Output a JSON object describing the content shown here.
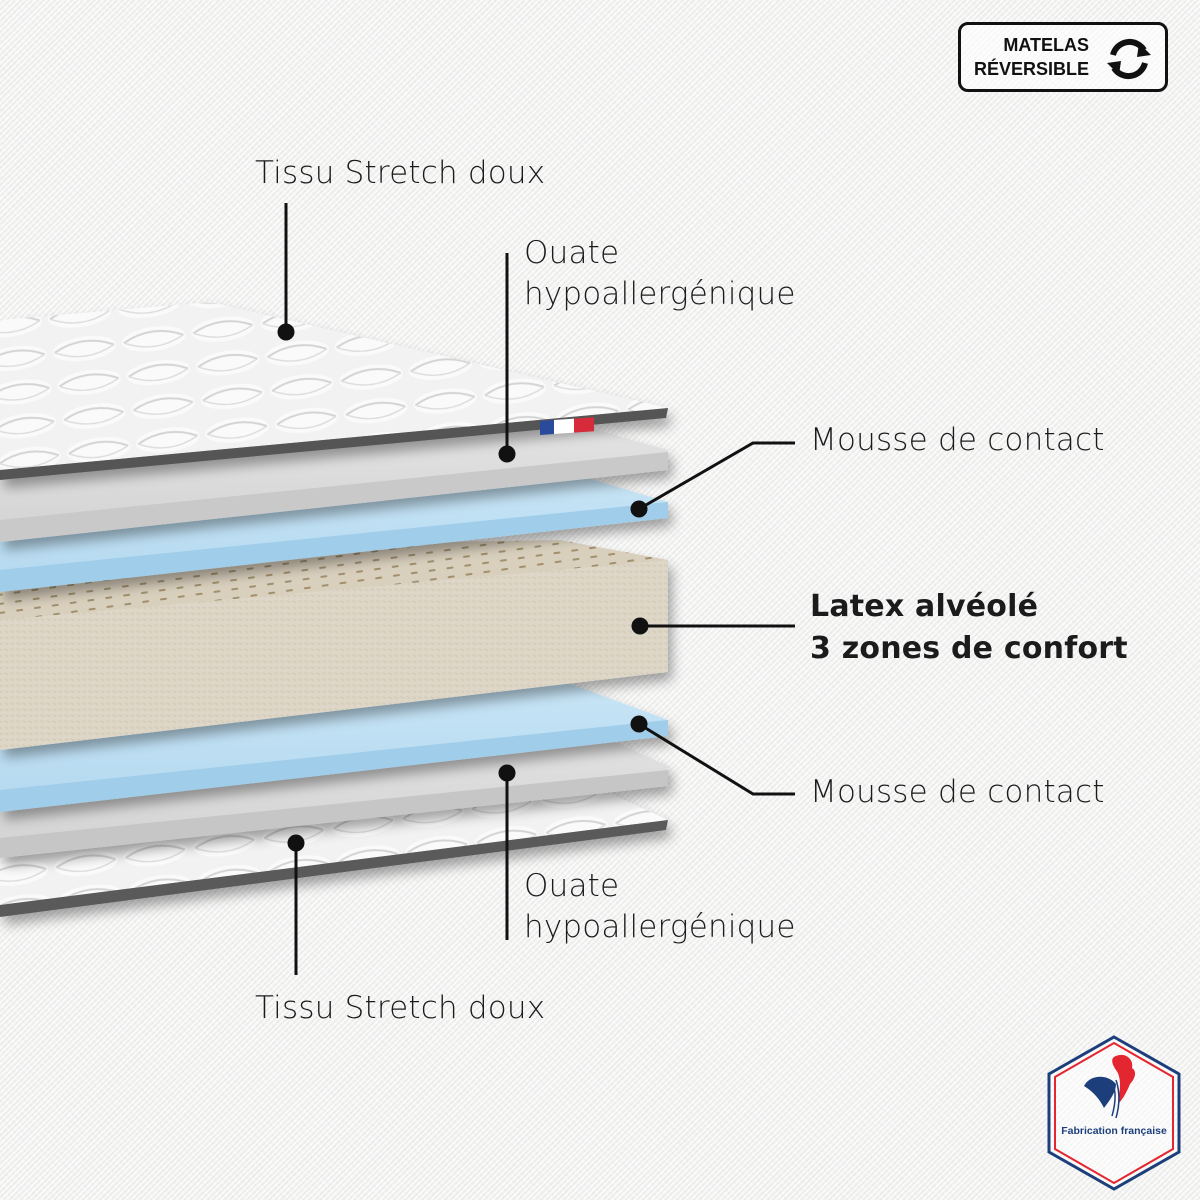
{
  "badge": {
    "line1": "MATELAS",
    "line2": "RÉVERSIBLE",
    "icon": "reverse-arrows-icon"
  },
  "layers": [
    {
      "id": "top-fabric",
      "label": "Tissu Stretch doux",
      "color": "#efefef"
    },
    {
      "id": "top-wadding",
      "label_line1": "Ouate",
      "label_line2": "hypoallergénique",
      "color": "#d9d9d9"
    },
    {
      "id": "top-contact-foam",
      "label": "Mousse de contact",
      "color": "#b9dcf1"
    },
    {
      "id": "latex-core",
      "label_line1": "Latex alvéolé",
      "label_line2": "3 zones de confort",
      "color": "#dcd3c4",
      "bold": true
    },
    {
      "id": "bottom-contact-foam",
      "label": "Mousse de contact",
      "color": "#b9dcf1"
    },
    {
      "id": "bottom-wadding",
      "label_line1": "Ouate",
      "label_line2": "hypoallergénique",
      "color": "#d9d9d9"
    },
    {
      "id": "bottom-fabric",
      "label": "Tissu Stretch doux",
      "color": "#e6e6e6"
    }
  ],
  "flag_colors": [
    "#2a4a9b",
    "#ffffff",
    "#d52b3a"
  ],
  "certification": {
    "text": "Fabrication française",
    "icon": "rooster-icon",
    "colors": {
      "blue": "#1c3f7c",
      "red": "#e3262f"
    }
  }
}
